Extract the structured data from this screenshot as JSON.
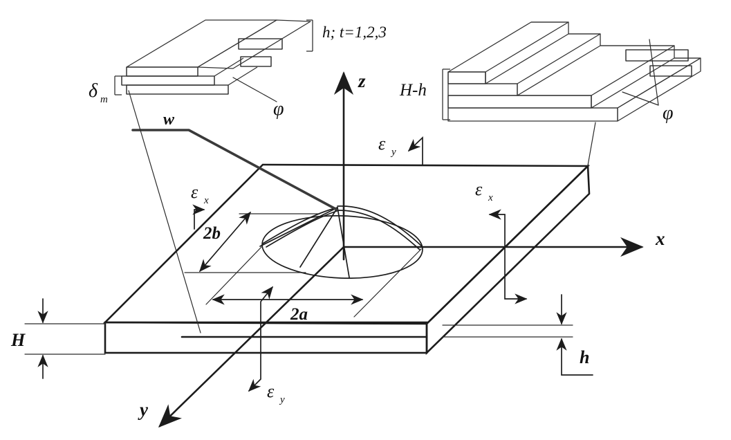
{
  "figure": {
    "title_hint": "Delaminated composite plate with elliptical blister",
    "axes": {
      "x_label": "x",
      "y_label": "y",
      "z_label": "z"
    },
    "deflection": {
      "w_label": "w"
    },
    "strain_symbols": {
      "epsilon": "ε",
      "sub_x": "x",
      "sub_y": "y"
    },
    "dimensions": {
      "blister_length": "2a",
      "blister_width": "2b",
      "plate_thickness": "H",
      "sublaminate_thickness": "h"
    },
    "insets": {
      "left": {
        "thickness_note": "h; t=1,2,3",
        "delta": "δ",
        "delta_sub": "m",
        "ply_angle": "φ"
      },
      "right": {
        "thickness_note": "H-h",
        "ply_angle": "φ"
      }
    }
  }
}
